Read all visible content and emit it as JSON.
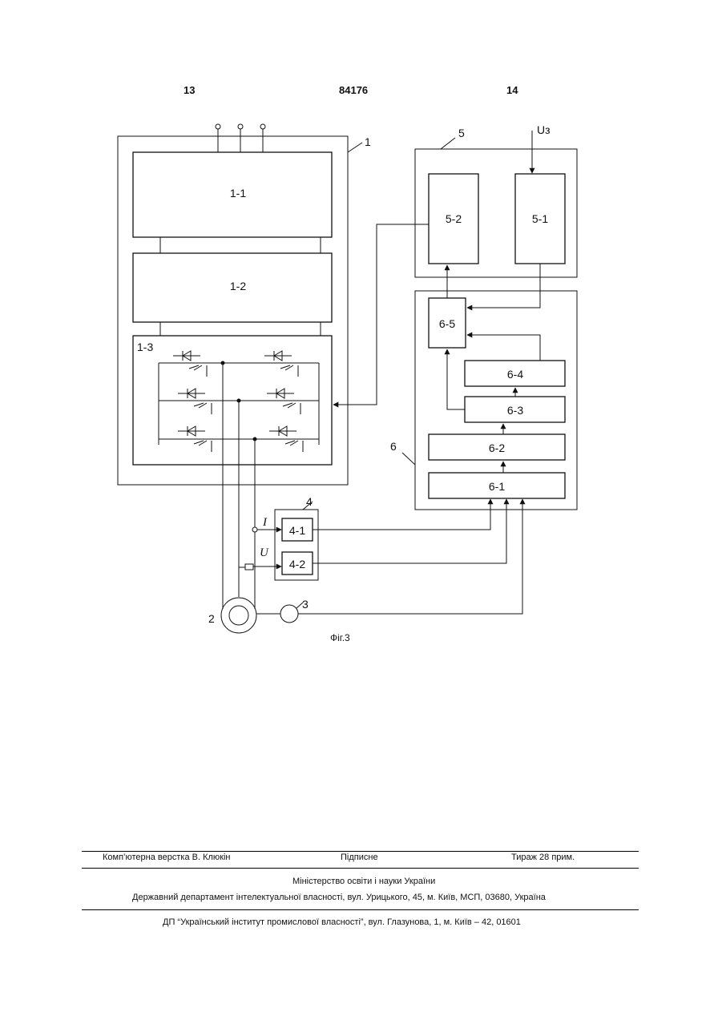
{
  "header": {
    "left_page": "13",
    "patent_number": "84176",
    "right_page": "14"
  },
  "diagram": {
    "block_1": {
      "id": "1",
      "units": [
        "1-1",
        "1-2",
        "1-3"
      ]
    },
    "block_5": {
      "id": "5",
      "units": [
        "5-2",
        "5-1"
      ],
      "input_label": "Uз"
    },
    "block_6": {
      "id": "6",
      "units": [
        "6-5",
        "6-4",
        "6-3",
        "6-2",
        "6-1"
      ]
    },
    "block_4": {
      "id": "4",
      "units": [
        "4-1",
        "4-2"
      ],
      "current_label": "I",
      "voltage_label": "U"
    },
    "motor_label": "2",
    "sensor_label": "3",
    "caption": "Фіг.3"
  },
  "footer": {
    "typesetting": "Комп’ютерна верстка В. Клюкін",
    "signed": "Підписне",
    "circulation": "Тираж 28 прим.",
    "ministry": "Міністерство освіти і науки України",
    "department": "Державний департамент інтелектуальної власності, вул. Урицького, 45, м. Київ, МСП, 03680, Україна",
    "institute": "ДП “Український інститут промислової власності”, вул. Глазунова, 1, м. Київ – 42, 01601"
  }
}
